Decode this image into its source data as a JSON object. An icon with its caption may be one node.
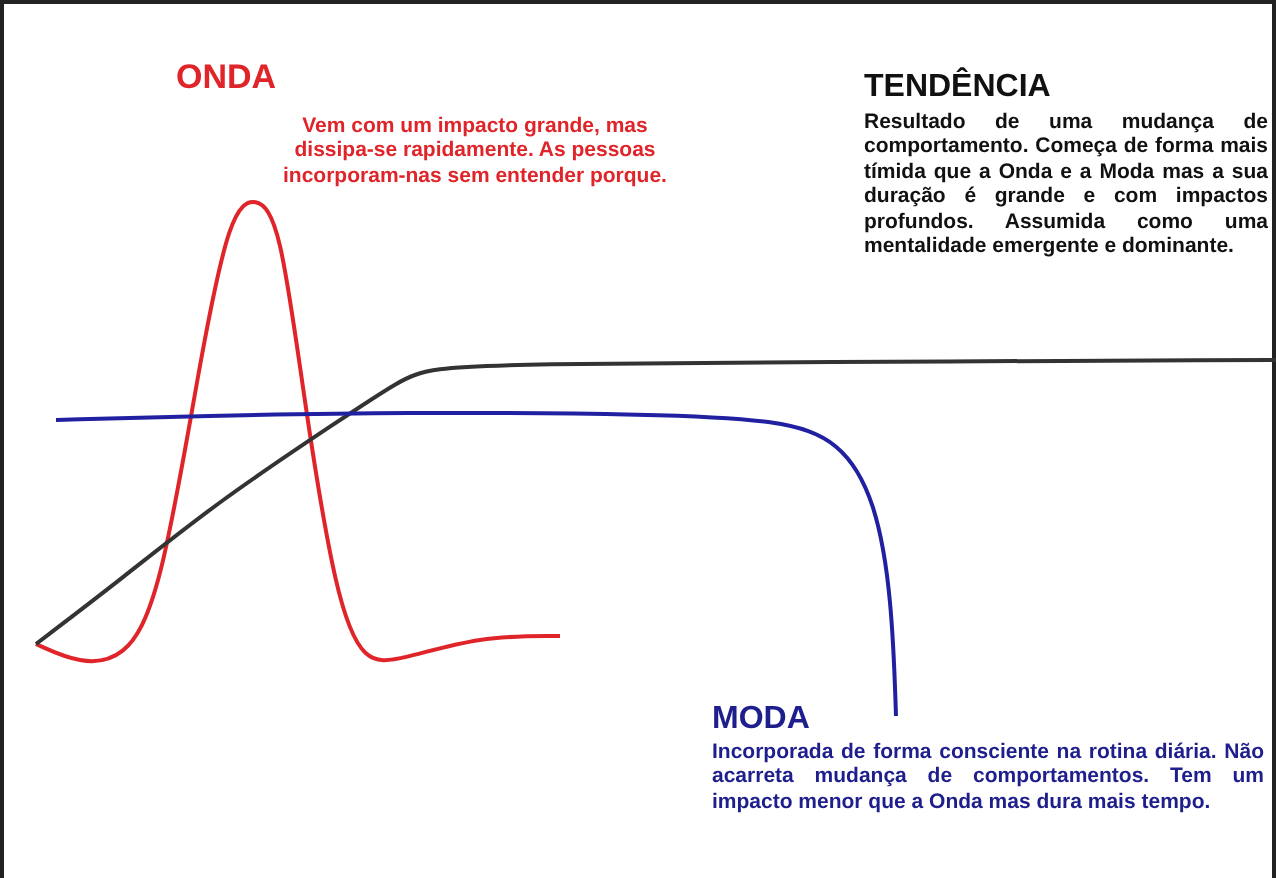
{
  "diagram": {
    "labels": [
      "ONDA",
      "Vem com um impacto grande, mas dissipa-se rapidamente. As pessoas incorporam-nas sem entender porque.",
      "TENDÊNCIA",
      "Resultado de uma mudança de comportamento. Começa de forma mais tímida que a Onda e a Moda mas a sua duração é grande e com impactos profundos. Assumida como uma mentalidade emergente e dominante.",
      "MODA",
      "Incorporada de forma consciente na rotina diária. Não acarreta mudança de comportamentos. Tem um impacto menor que a Onda mas dura mais tempo."
    ]
  }
}
